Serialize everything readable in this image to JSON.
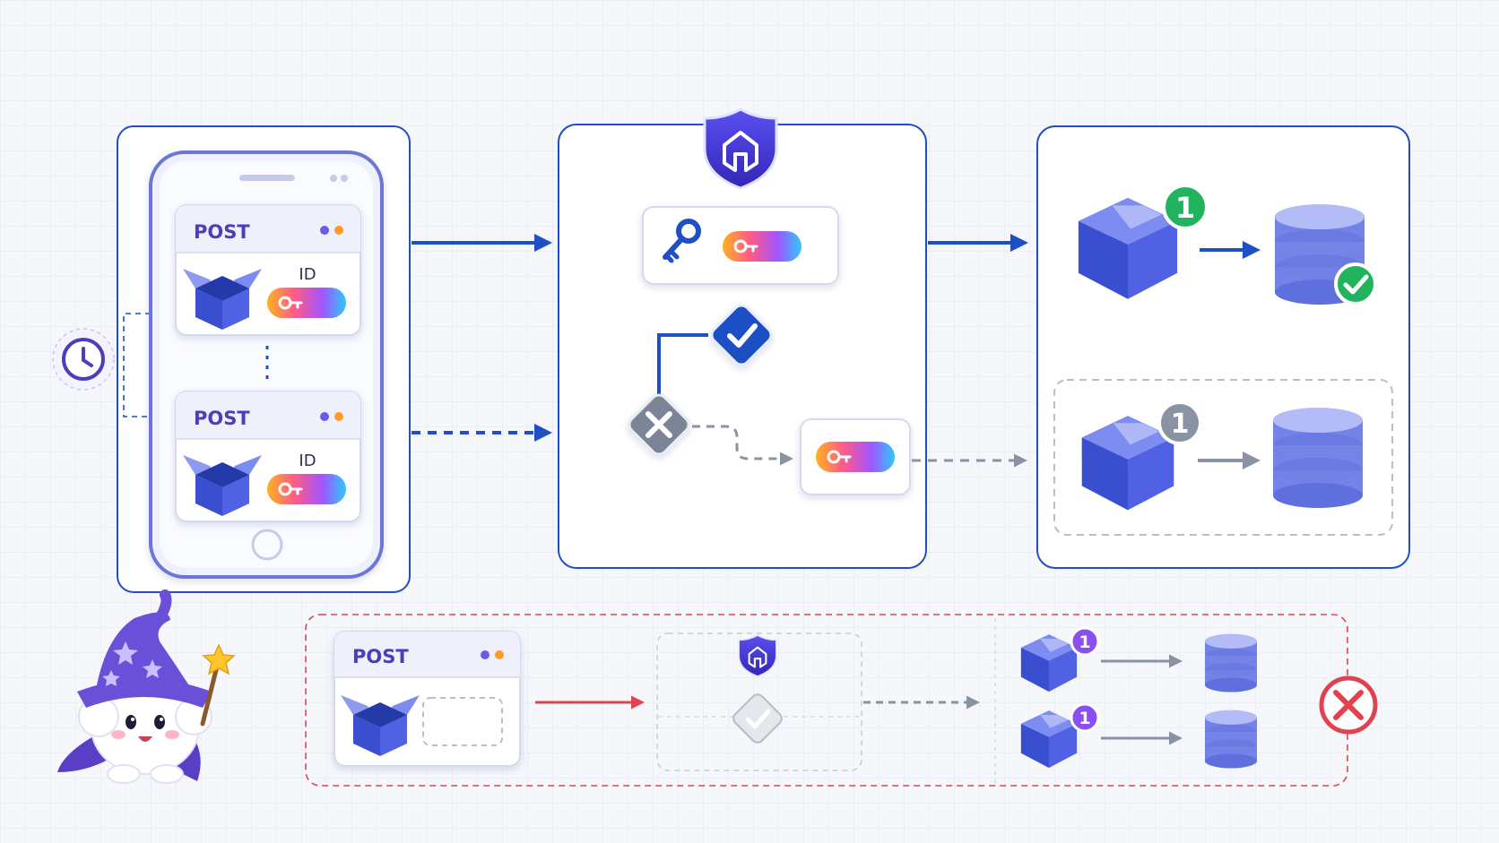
{
  "client": {
    "requests": [
      {
        "method": "POST",
        "field_label": "ID"
      },
      {
        "method": "POST",
        "field_label": "ID"
      }
    ]
  },
  "storage": {
    "lanes": [
      {
        "badge": "1",
        "result": "stored"
      },
      {
        "badge": "1",
        "result": "not-stored"
      }
    ]
  },
  "failure_scenario": {
    "method": "POST",
    "badges": [
      "1",
      "1"
    ]
  },
  "icons": [
    "clock-icon",
    "shield-icon",
    "key-icon",
    "check-diamond-icon",
    "cross-diamond-icon",
    "package-icon",
    "database-icon",
    "error-icon",
    "wizard-mascot"
  ],
  "colors": {
    "primary_blue": "#1f4fc4",
    "purple": "#4a3fb8",
    "success_green": "#22b35e",
    "error_red": "#e0434f",
    "neutral_gray": "#8a93a3"
  }
}
